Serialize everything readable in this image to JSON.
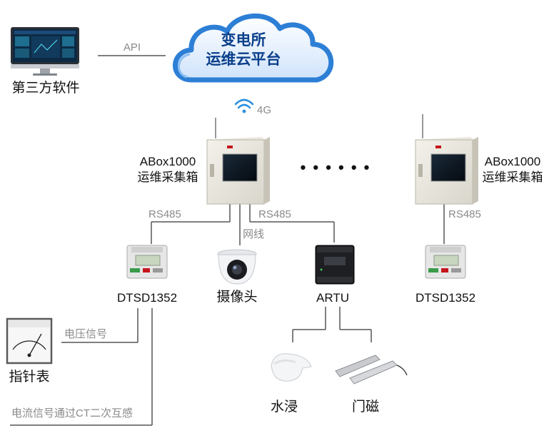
{
  "cloud": {
    "line1": "变电所",
    "line2": "运维云平台"
  },
  "third_party": {
    "label": "第三方软件"
  },
  "links": {
    "api": "API",
    "network_4g": "4G",
    "rs485": "RS485",
    "network_cable": "网线",
    "voltage_signal": "电压信号",
    "current_signal": "电流信号通过CT二次互感"
  },
  "gateways": [
    {
      "name": "ABox1000",
      "desc": "运维采集箱"
    },
    {
      "name": "ABox1000",
      "desc": "运维采集箱"
    }
  ],
  "ellipsis": "• • • • • •",
  "devices": {
    "meter_left": "DTSD1352",
    "camera": "摄像头",
    "artu": "ARTU",
    "meter_right": "DTSD1352",
    "pointer_meter": "指针表",
    "water_sensor": "水浸",
    "door_sensor": "门磁"
  },
  "colors": {
    "line": "#555555",
    "label_gray": "#8a8a8a",
    "cloud_text": "#0a3f8a"
  }
}
